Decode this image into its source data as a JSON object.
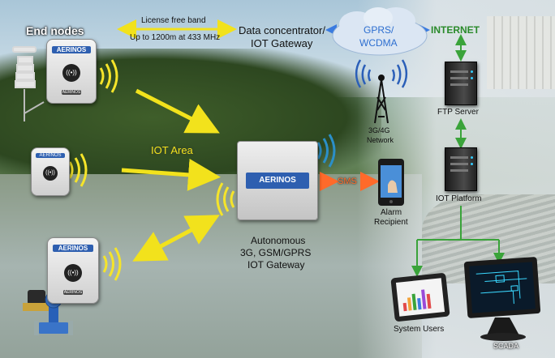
{
  "labels": {
    "end_nodes": "End nodes",
    "license_free_band": "License free band",
    "range": "Up to 1200m at 433 MHz",
    "data_concentrator_1": "Data concentrator/",
    "data_concentrator_2": "IOT Gateway",
    "gprs_1": "GPRS/",
    "gprs_2": "WCDMA",
    "internet": "INTERNET",
    "network_1": "3G/4G",
    "network_2": "Network",
    "ftp_server": "FTP Server",
    "iot_area": "IOT Area",
    "sms": "SMS",
    "alarm_1": "Alarm",
    "alarm_2": "Recipient",
    "iot_platform": "IOT Platform",
    "gateway_1": "Autonomous",
    "gateway_2": "3G, GSM/GPRS",
    "gateway_3": "IOT Gateway",
    "system_users": "System Users",
    "scada": "SCADA"
  },
  "device": {
    "brand": "AERINOS",
    "sublabel": "Wireless Sensors",
    "signal_glyph": "((•))"
  },
  "colors": {
    "yellow_arrow": "#f2e21c",
    "green_line": "#3aa33a",
    "blue_arrow": "#3a7be0",
    "orange_arrow": "#ff6a2a",
    "signal_wave": "#f5e42a"
  }
}
